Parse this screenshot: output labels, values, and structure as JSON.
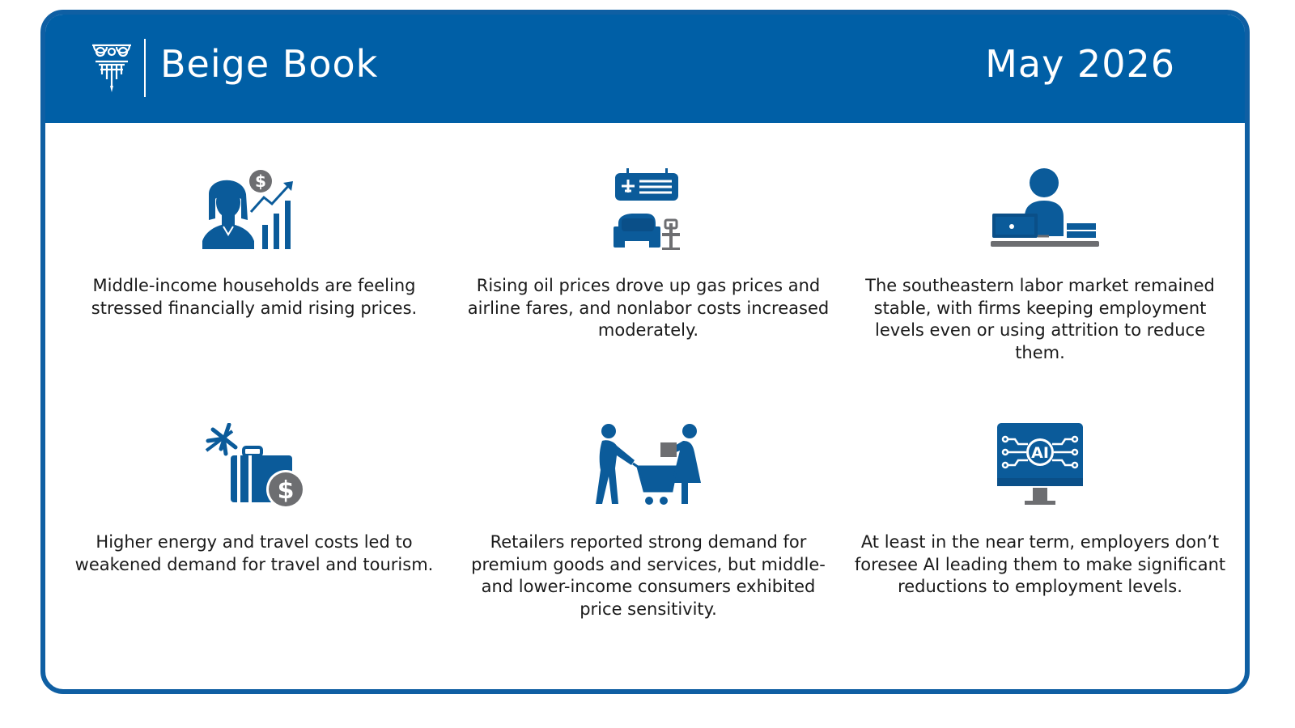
{
  "header": {
    "title": "Beige Book",
    "date": "May 2026"
  },
  "colors": {
    "brand_blue": "#005fa6",
    "icon_blue": "#0b5b9a",
    "icon_gray": "#6d6e71"
  },
  "cards": [
    {
      "icon": "household-finance-icon",
      "text": "Middle-income households are feeling stressed financially amid rising prices."
    },
    {
      "icon": "airport-lounge-icon",
      "text": "Rising oil prices drove up gas prices and airline fares, and nonlabor costs increased moderately."
    },
    {
      "icon": "office-worker-icon",
      "text": "The southeastern labor market remained stable, with firms keeping employment levels even or using attrition to reduce them."
    },
    {
      "icon": "travel-cost-icon",
      "text": "Higher energy and travel costs led to weakened demand for travel and tourism."
    },
    {
      "icon": "shopping-cart-icon",
      "text": "Retailers reported strong demand for premium goods and services, but middle- and lower-income consumers exhibited price sensitivity."
    },
    {
      "icon": "ai-monitor-icon",
      "text": "At least in the near term, employers don’t foresee AI leading them to make significant reductions to employment levels."
    }
  ]
}
